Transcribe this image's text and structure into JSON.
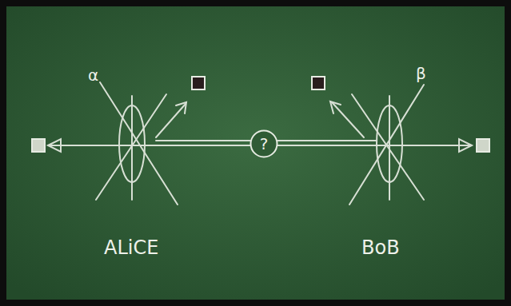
{
  "diagram": {
    "nodes": [
      {
        "text": [
          "?"
        ]
      }
    ],
    "labels": [
      "α",
      "β",
      "ALiCE",
      "BoB"
    ]
  }
}
